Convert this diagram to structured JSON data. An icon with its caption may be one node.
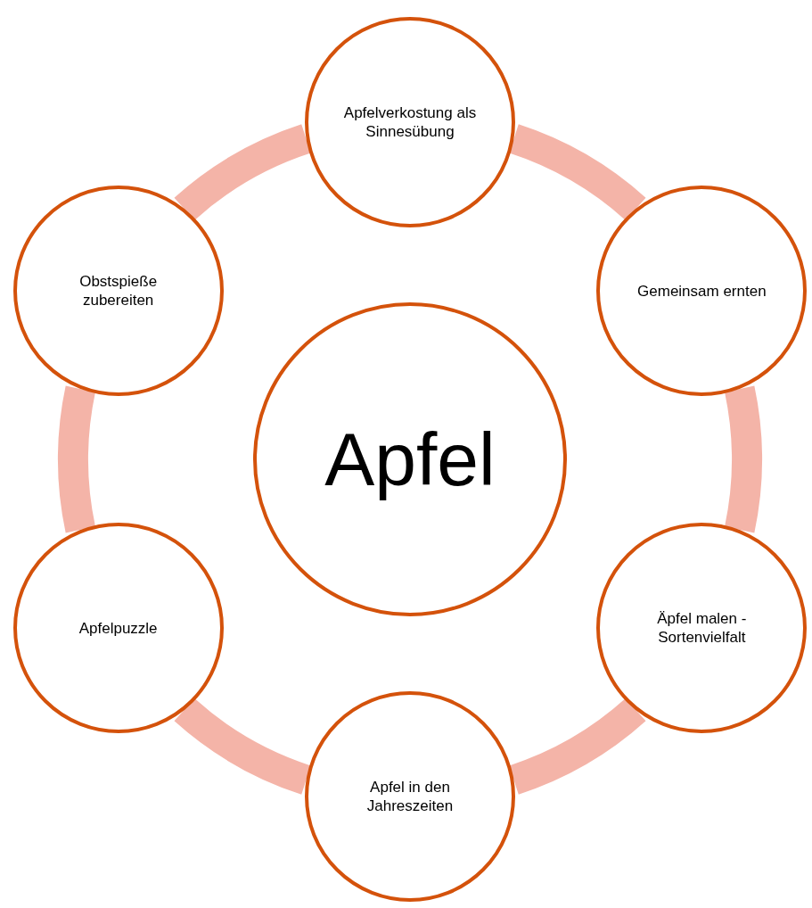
{
  "diagram": {
    "nodes": [
      {
        "text": [
          "Apfel"
        ]
      },
      {
        "text": [
          "Apfelverkostung als Sinnesübung"
        ]
      },
      {
        "text": [
          "Gemeinsam ernten"
        ]
      },
      {
        "text": [
          "Äpfel malen - Sortenvielfalt"
        ]
      },
      {
        "text": [
          "Apfel in den Jahreszeiten"
        ]
      },
      {
        "text": [
          "Apfelpuzzle"
        ]
      },
      {
        "text": [
          "Obstspieße zubereiten"
        ]
      }
    ],
    "edges": [
      {
        "from": 1,
        "to": 2,
        "arrow": "none"
      },
      {
        "from": 2,
        "to": 3,
        "arrow": "none"
      },
      {
        "from": 3,
        "to": 4,
        "arrow": "none"
      },
      {
        "from": 4,
        "to": 5,
        "arrow": "none"
      },
      {
        "from": 5,
        "to": 6,
        "arrow": "none"
      },
      {
        "from": 6,
        "to": 1,
        "arrow": "none"
      }
    ]
  }
}
